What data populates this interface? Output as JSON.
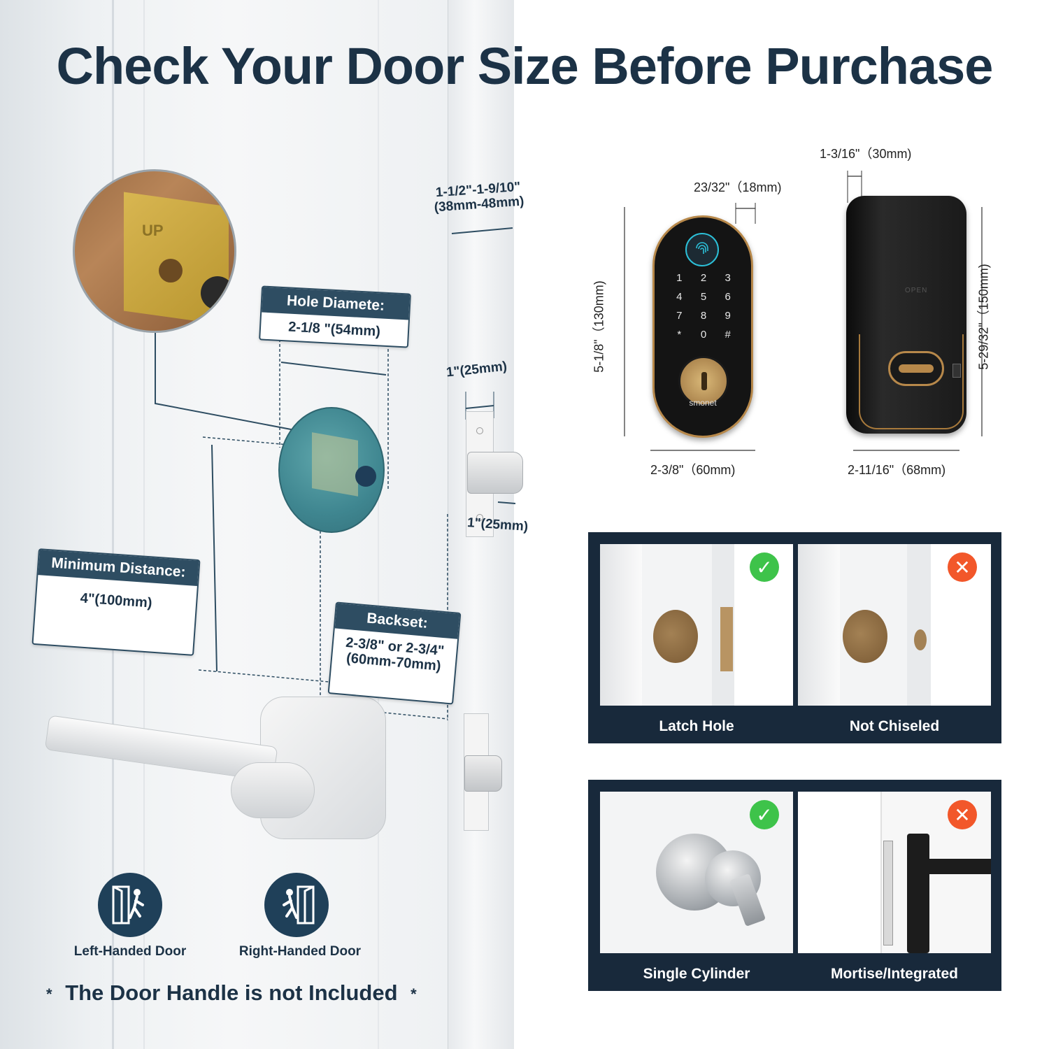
{
  "title": "Check Your Door Size Before Purchase",
  "install": {
    "plate_label": "UP",
    "hole": {
      "heading": "Hole Diamete:",
      "value": "2-1/8 \"(54mm)"
    },
    "min_distance": {
      "heading": "Minimum Distance:",
      "value": "4\"(100mm)"
    },
    "backset": {
      "heading": "Backset:",
      "value_line1": "2-3/8\" or 2-3/4\"",
      "value_line2": "(60mm-70mm)"
    },
    "door_thickness": {
      "line1": "1-1/2\"-1-9/10\"",
      "line2": "(38mm-48mm)"
    },
    "latch_plate_width": "1\"(25mm)",
    "bolt_length": "1\"(25mm)"
  },
  "lock_dims": {
    "front_depth": "23/32\"（18mm)",
    "front_height": "5-1/8\"（130mm)",
    "front_width": "2-3/8\"（60mm)",
    "back_depth": "1-3/16\"（30mm)",
    "back_height": "5-29/32\"（150mm)",
    "back_width": "2-11/16\"（68mm)"
  },
  "keypad": {
    "keys": [
      "1",
      "2",
      "3",
      "4",
      "5",
      "6",
      "7",
      "8",
      "9",
      "*",
      "0",
      "#"
    ],
    "brand": "smonet",
    "back_label": "OPEN"
  },
  "compare_top": [
    {
      "caption": "Latch Hole",
      "status": "ok"
    },
    {
      "caption": "Not Chiseled",
      "status": "no"
    }
  ],
  "compare_bottom": [
    {
      "caption": "Single Cylinder",
      "status": "ok"
    },
    {
      "caption": "Mortise/Integrated",
      "status": "no"
    }
  ],
  "door_types": [
    {
      "label": "Left-Handed Door"
    },
    {
      "label": "Right-Handed Door"
    }
  ],
  "note": "The Door Handle is not Included",
  "note_mark": "*",
  "colors": {
    "navy": "#1c3246",
    "card": "#2e4d62",
    "ok": "#3ec34a",
    "no": "#f2572a",
    "brass": "#b7884a"
  }
}
